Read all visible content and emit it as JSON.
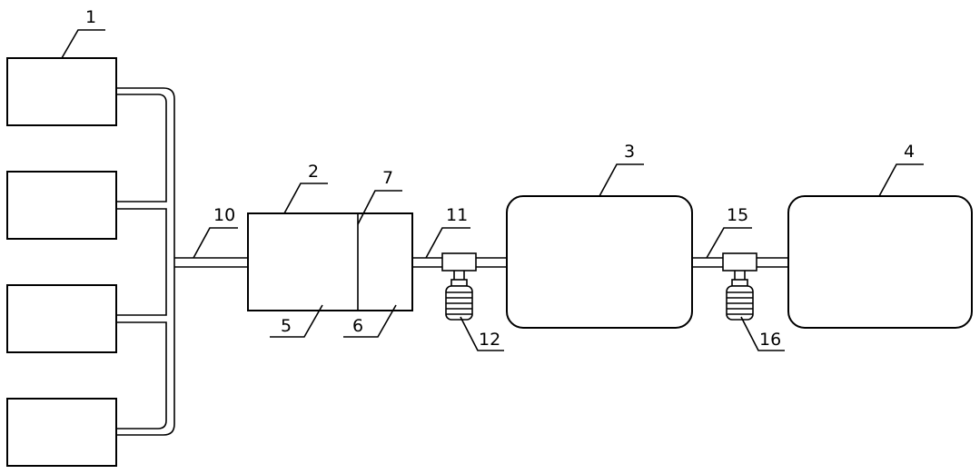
{
  "diagram": {
    "labels": {
      "l1": "1",
      "l2": "2",
      "l3": "3",
      "l4": "4",
      "l5": "5",
      "l6": "6",
      "l7": "7",
      "l10": "10",
      "l11": "11",
      "l12": "12",
      "l15": "15",
      "l16": "16"
    }
  }
}
